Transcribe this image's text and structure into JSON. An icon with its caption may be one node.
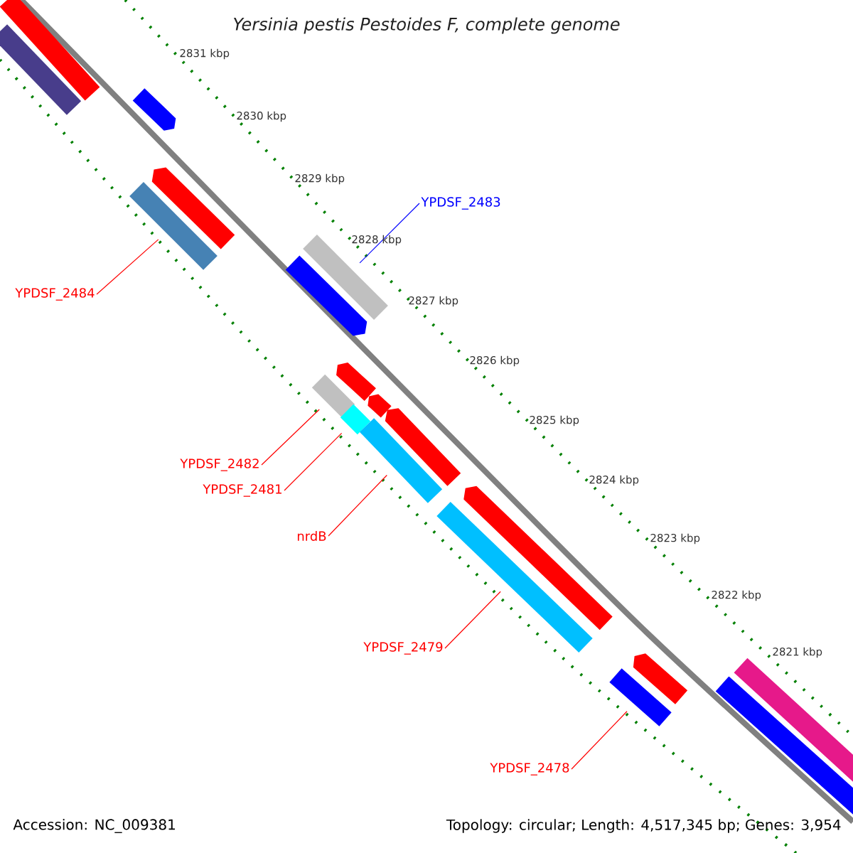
{
  "diagram": {
    "title": "Yersinia pestis Pestoides F, complete genome",
    "nodes": [
      {
        "text": [
          "YPDSF_2483"
        ]
      },
      {
        "text": [
          "YPDSF_2484"
        ]
      },
      {
        "text": [
          "YPDSF_2482"
        ]
      },
      {
        "text": [
          "YPDSF_2481"
        ]
      },
      {
        "text": [
          "nrdB"
        ]
      },
      {
        "text": [
          "YPDSF_2479"
        ]
      },
      {
        "text": [
          "YPDSF_2478"
        ]
      },
      {
        "text": [],
        "shape": "bar"
      },
      {
        "text": [],
        "shape": "bar"
      },
      {
        "text": [],
        "shape": "bar"
      },
      {
        "text": [],
        "shape": "bar"
      },
      {
        "text": [],
        "shape": "bar"
      },
      {
        "text": [],
        "shape": "bar"
      },
      {
        "text": [],
        "shape": "bar"
      },
      {
        "text": [],
        "shape": "bar"
      },
      {
        "text": [],
        "shape": "bar"
      },
      {
        "text": [],
        "shape": "bar"
      },
      {
        "text": [],
        "shape": "bar"
      },
      {
        "text": [],
        "shape": "bar"
      },
      {
        "text": [],
        "shape": "bar"
      },
      {
        "text": [],
        "shape": "bar"
      },
      {
        "text": [],
        "shape": "bar"
      },
      {
        "text": [],
        "shape": "bar"
      },
      {
        "text": [],
        "shape": "bar"
      },
      {
        "text": [],
        "shape": "bar"
      },
      {
        "text": [],
        "shape": "bar"
      }
    ],
    "edges": [
      {
        "from": 0,
        "to": 12,
        "arrow": "none",
        "color": "#0000ff"
      },
      {
        "from": 1,
        "to": 11,
        "arrow": "none"
      },
      {
        "from": 2,
        "to": 15,
        "arrow": "none"
      },
      {
        "from": 3,
        "to": 17,
        "arrow": "none"
      },
      {
        "from": 4,
        "to": 19,
        "arrow": "none"
      },
      {
        "from": 5,
        "to": 21,
        "arrow": "none"
      },
      {
        "from": 6,
        "to": 24,
        "arrow": "none"
      }
    ],
    "labels": [
      "2831 kbp",
      "2830 kbp",
      "2829 kbp",
      "2828 kbp",
      "2827 kbp",
      "2826 kbp",
      "2825 kbp",
      "2824 kbp",
      "2823 kbp",
      "2822 kbp",
      "2821 kbp",
      "Accession: NC_009381",
      "Topology: circular; Length: 4,517,345 bp; Genes: 3,954"
    ]
  }
}
